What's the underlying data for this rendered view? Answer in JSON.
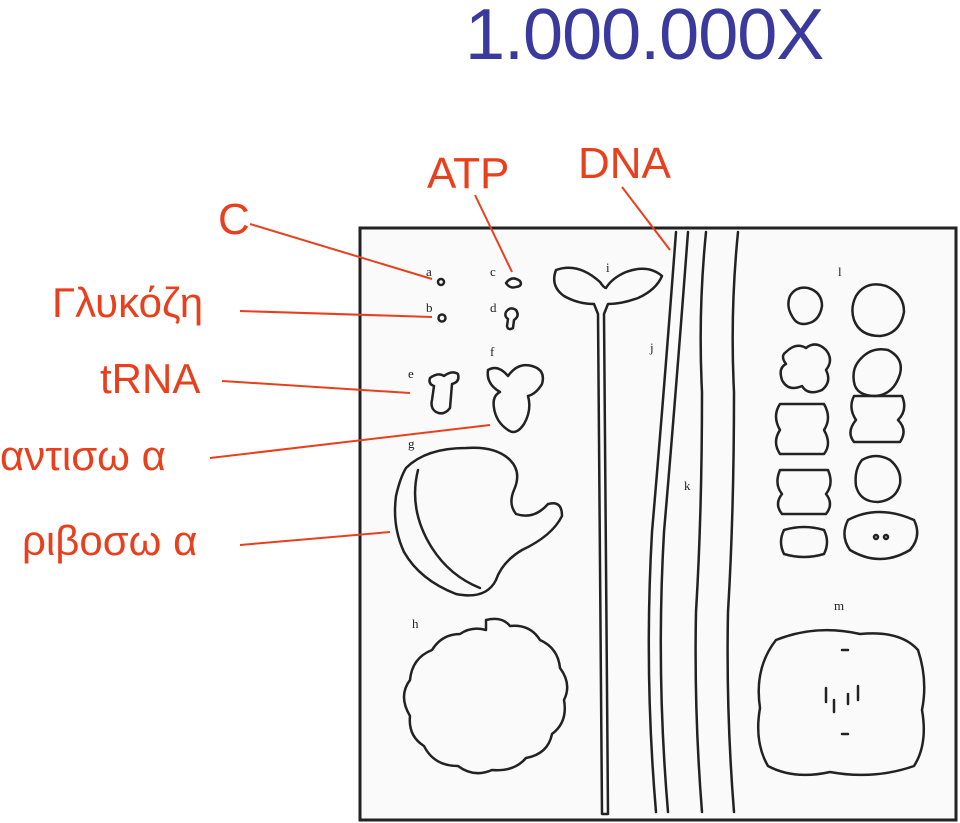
{
  "title": "1.000.000X",
  "labels": {
    "c": "C",
    "glucose": "Γλυκόζη",
    "trna": "tRNA",
    "antibody": "αντισω  α",
    "ribosome": "ριβοσω  α",
    "atp": "ATP",
    "dna": "DNA"
  },
  "panel_letters": [
    "a",
    "b",
    "c",
    "d",
    "e",
    "f",
    "g",
    "h",
    "i",
    "j",
    "k",
    "l",
    "m"
  ],
  "colors": {
    "title": "#3a3a9e",
    "labels": "#e8401c",
    "drawing": "#222222"
  }
}
